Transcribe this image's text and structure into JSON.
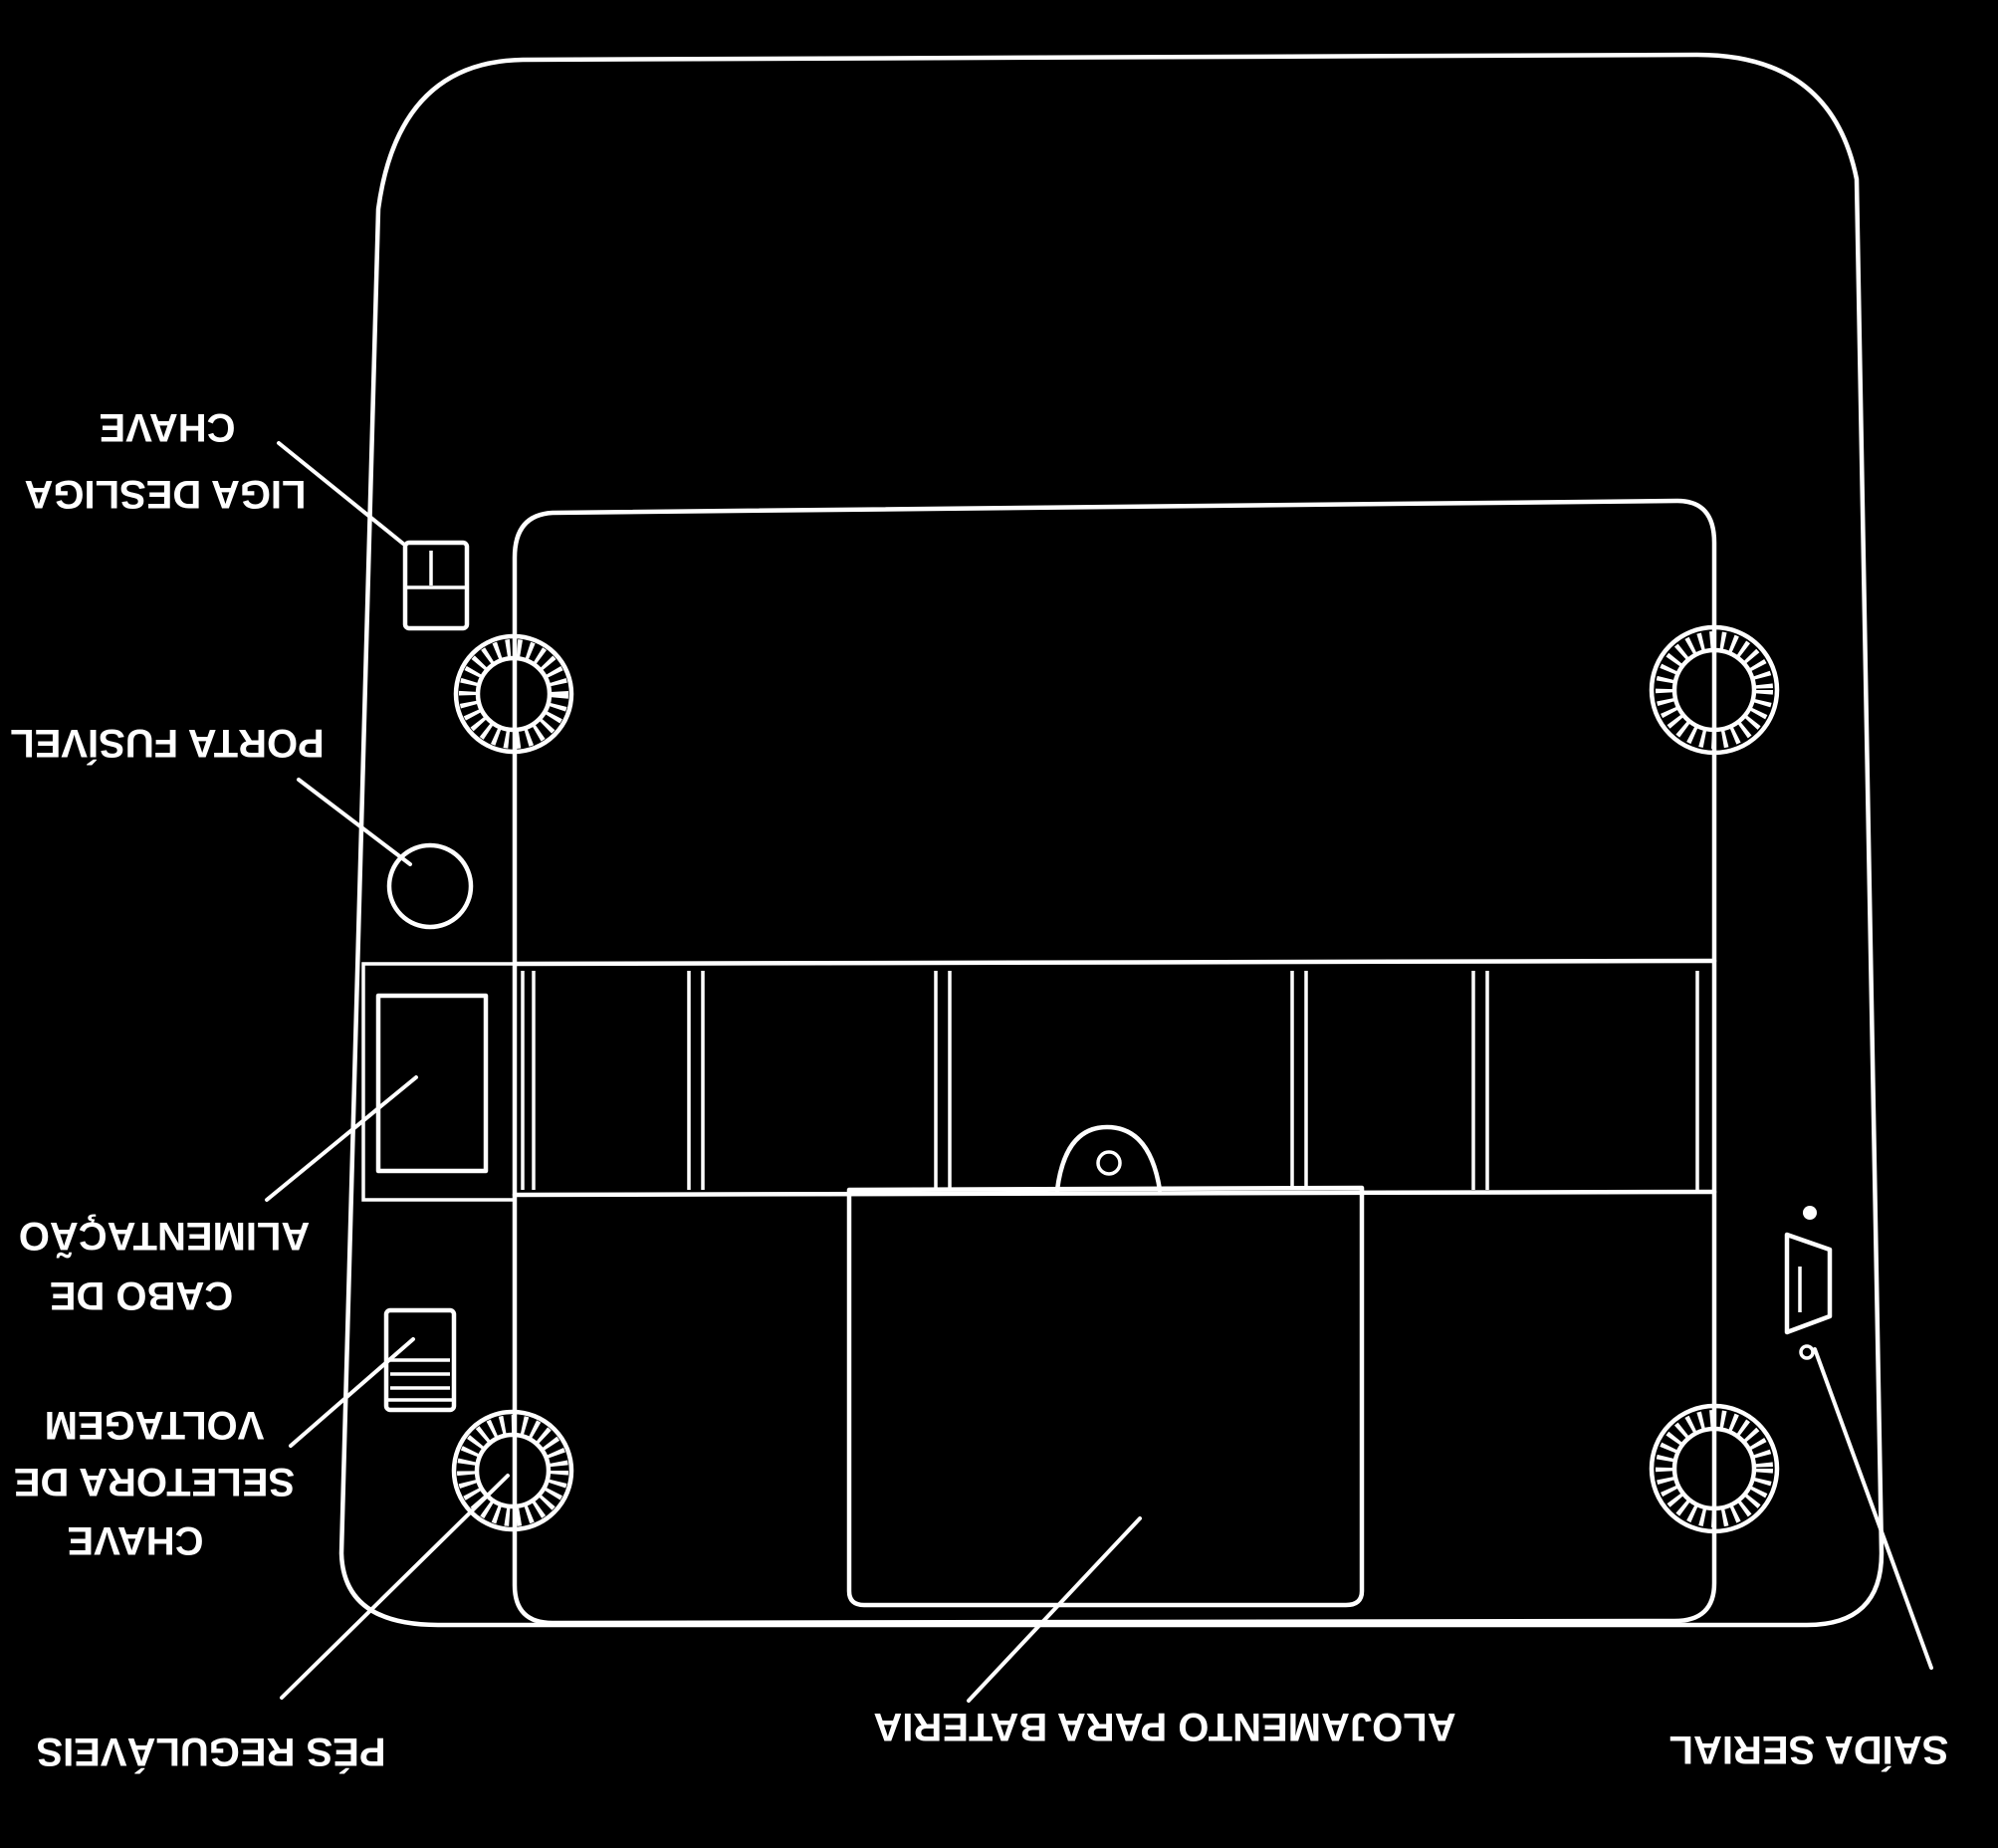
{
  "labels": {
    "chave_liga_desliga": {
      "line1": "CHAVE",
      "line2": "LIGA DESLIGA"
    },
    "porta_fusivel": "PORTA FUSÍVEL",
    "cabo_alimentacao": {
      "line1": "CABO DE",
      "line2": "ALIMENTAÇÃO"
    },
    "chave_seletora": {
      "line1": "CHAVE",
      "line2": "SELETORA DE",
      "line3": "VOLTAGEM"
    },
    "pes_regulaveis": "PÉS REGULÁVEIS",
    "alojamento_bateria": "ALOJAMENTO PARA BATERIA",
    "saida_serial": "SAÍDA SERIAL"
  },
  "colors": {
    "background": "#000000",
    "line": "#ffffff"
  },
  "note": ""
}
